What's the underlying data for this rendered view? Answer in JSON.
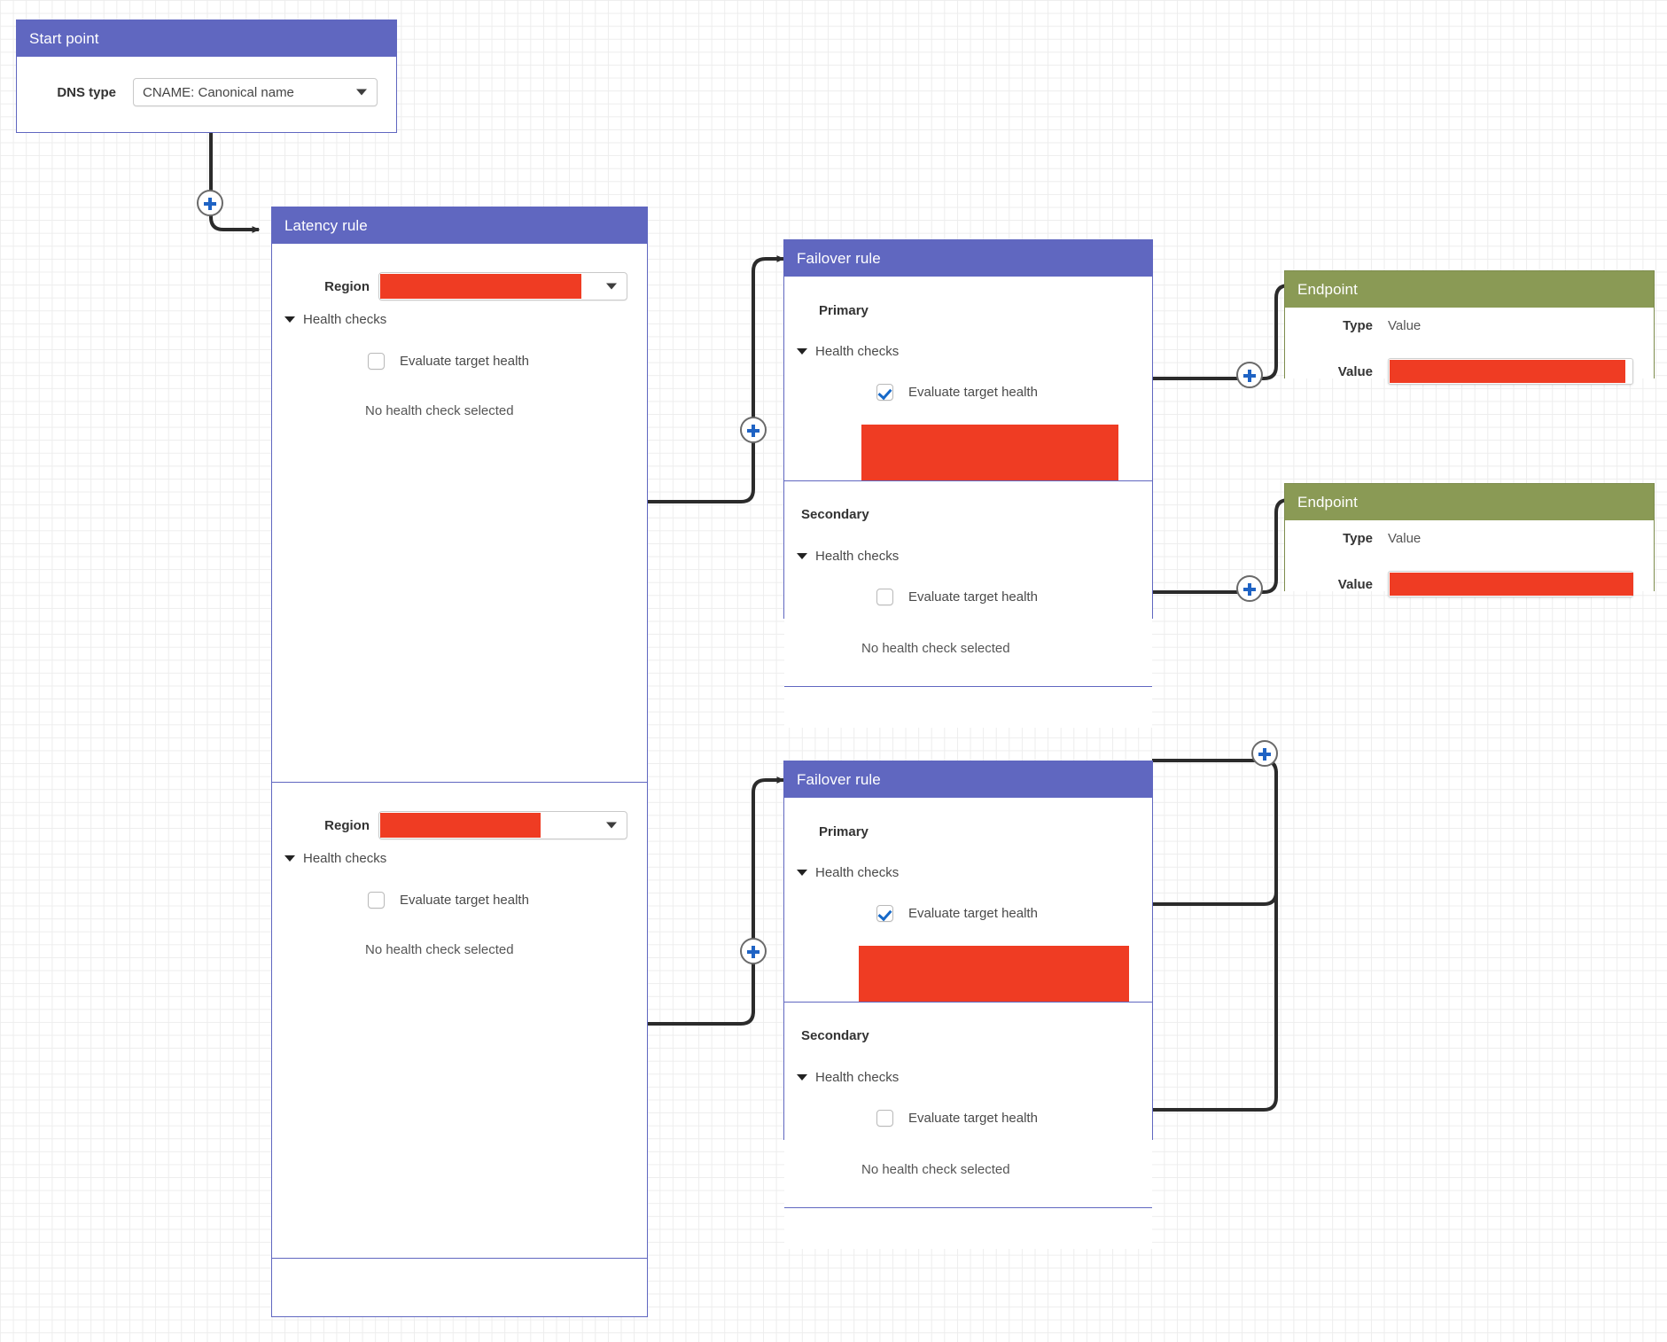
{
  "canvas": {
    "background": "grid",
    "grid_color": "#ededed"
  },
  "colors": {
    "rule_header": "#6067c0",
    "endpoint_header": "#8a9a55",
    "redaction": "#ef3c23",
    "plus_accent": "#1f63c4"
  },
  "nodes": {
    "start_point": {
      "title": "Start point",
      "dns_type_label": "DNS type",
      "dns_type_value": "CNAME: Canonical name"
    },
    "latency_rule": {
      "title": "Latency rule",
      "entries": [
        {
          "region_label": "Region",
          "region_value": "",
          "health_checks_label": "Health checks",
          "evaluate_label": "Evaluate target health",
          "evaluate_checked": false,
          "no_health_check": "No health check selected"
        },
        {
          "region_label": "Region",
          "region_value": "",
          "health_checks_label": "Health checks",
          "evaluate_label": "Evaluate target health",
          "evaluate_checked": false,
          "no_health_check": "No health check selected"
        }
      ]
    },
    "failover_rule_top": {
      "title": "Failover rule",
      "primary": {
        "label": "Primary",
        "health_checks_label": "Health checks",
        "evaluate_label": "Evaluate target health",
        "evaluate_checked": true,
        "no_health_check": ""
      },
      "secondary": {
        "label": "Secondary",
        "health_checks_label": "Health checks",
        "evaluate_label": "Evaluate target health",
        "evaluate_checked": false,
        "no_health_check": "No health check selected"
      }
    },
    "failover_rule_bottom": {
      "title": "Failover rule",
      "primary": {
        "label": "Primary",
        "health_checks_label": "Health checks",
        "evaluate_label": "Evaluate target health",
        "evaluate_checked": true,
        "no_health_check": ""
      },
      "secondary": {
        "label": "Secondary",
        "health_checks_label": "Health checks",
        "evaluate_label": "Evaluate target health",
        "evaluate_checked": false,
        "no_health_check": "No health check selected"
      }
    },
    "endpoint_top": {
      "title": "Endpoint",
      "type_label": "Type",
      "type_value": "Value",
      "value_label": "Value",
      "value_value": ""
    },
    "endpoint_bottom": {
      "title": "Endpoint",
      "type_label": "Type",
      "type_value": "Value",
      "value_label": "Value",
      "value_value": ""
    }
  },
  "connectors": {
    "add_handles": [
      {
        "name": "add-after-start-point"
      },
      {
        "name": "add-after-latency-entry-1"
      },
      {
        "name": "add-after-latency-entry-2"
      },
      {
        "name": "add-before-endpoint-top"
      },
      {
        "name": "add-before-endpoint-bottom"
      },
      {
        "name": "add-failover-bottom-branch"
      }
    ]
  }
}
